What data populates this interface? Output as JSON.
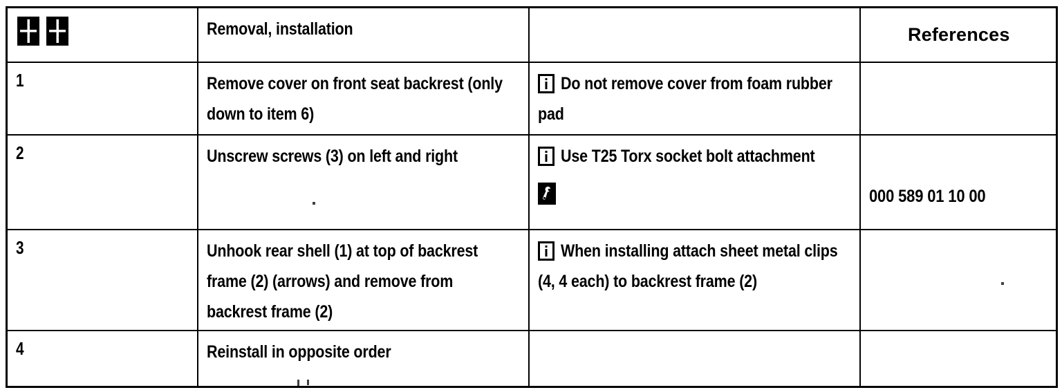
{
  "document": {
    "type": "workshop-manual-procedure-table",
    "columns": [
      {
        "key": "step",
        "label": ""
      },
      {
        "key": "operation",
        "label": "Removal, installation"
      },
      {
        "key": "note",
        "label": ""
      },
      {
        "key": "reference",
        "label": "References"
      }
    ],
    "header_icons": [
      {
        "name": "removal-installation-pictogram-1",
        "glyph": "four-petal-box-icon"
      },
      {
        "name": "removal-installation-pictogram-2",
        "glyph": "four-petal-box-icon"
      }
    ],
    "rows": [
      {
        "step": "1",
        "operation_lines": [
          "Remove cover on front seat backrest (only",
          "down to item 6)"
        ],
        "note_icon": "info-icon",
        "note_lines": [
          "Do not remove cover from foam rubber",
          "pad"
        ],
        "extra_icon": "",
        "reference": ""
      },
      {
        "step": "2",
        "operation_lines": [
          "Unscrew screws (3) on left and right"
        ],
        "note_icon": "info-icon",
        "note_lines": [
          "Use T25 Torx socket bolt attachment"
        ],
        "extra_icon": "special-tool-icon",
        "reference": "000 589 01 10 00"
      },
      {
        "step": "3",
        "operation_lines": [
          "Unhook rear shell (1) at top of backrest",
          "frame (2) (arrows) and remove from",
          "backrest frame (2)"
        ],
        "note_icon": "info-icon",
        "note_lines": [
          "When installing attach sheet metal clips",
          "(4, 4 each) to backrest frame (2)"
        ],
        "extra_icon": "",
        "reference": ""
      },
      {
        "step": "4",
        "operation_lines": [
          "Reinstall in opposite order"
        ],
        "note_icon": "",
        "note_lines": [],
        "extra_icon": "",
        "reference": ""
      }
    ]
  },
  "colors": {
    "ink": "#000000",
    "paper": "#ffffff"
  }
}
